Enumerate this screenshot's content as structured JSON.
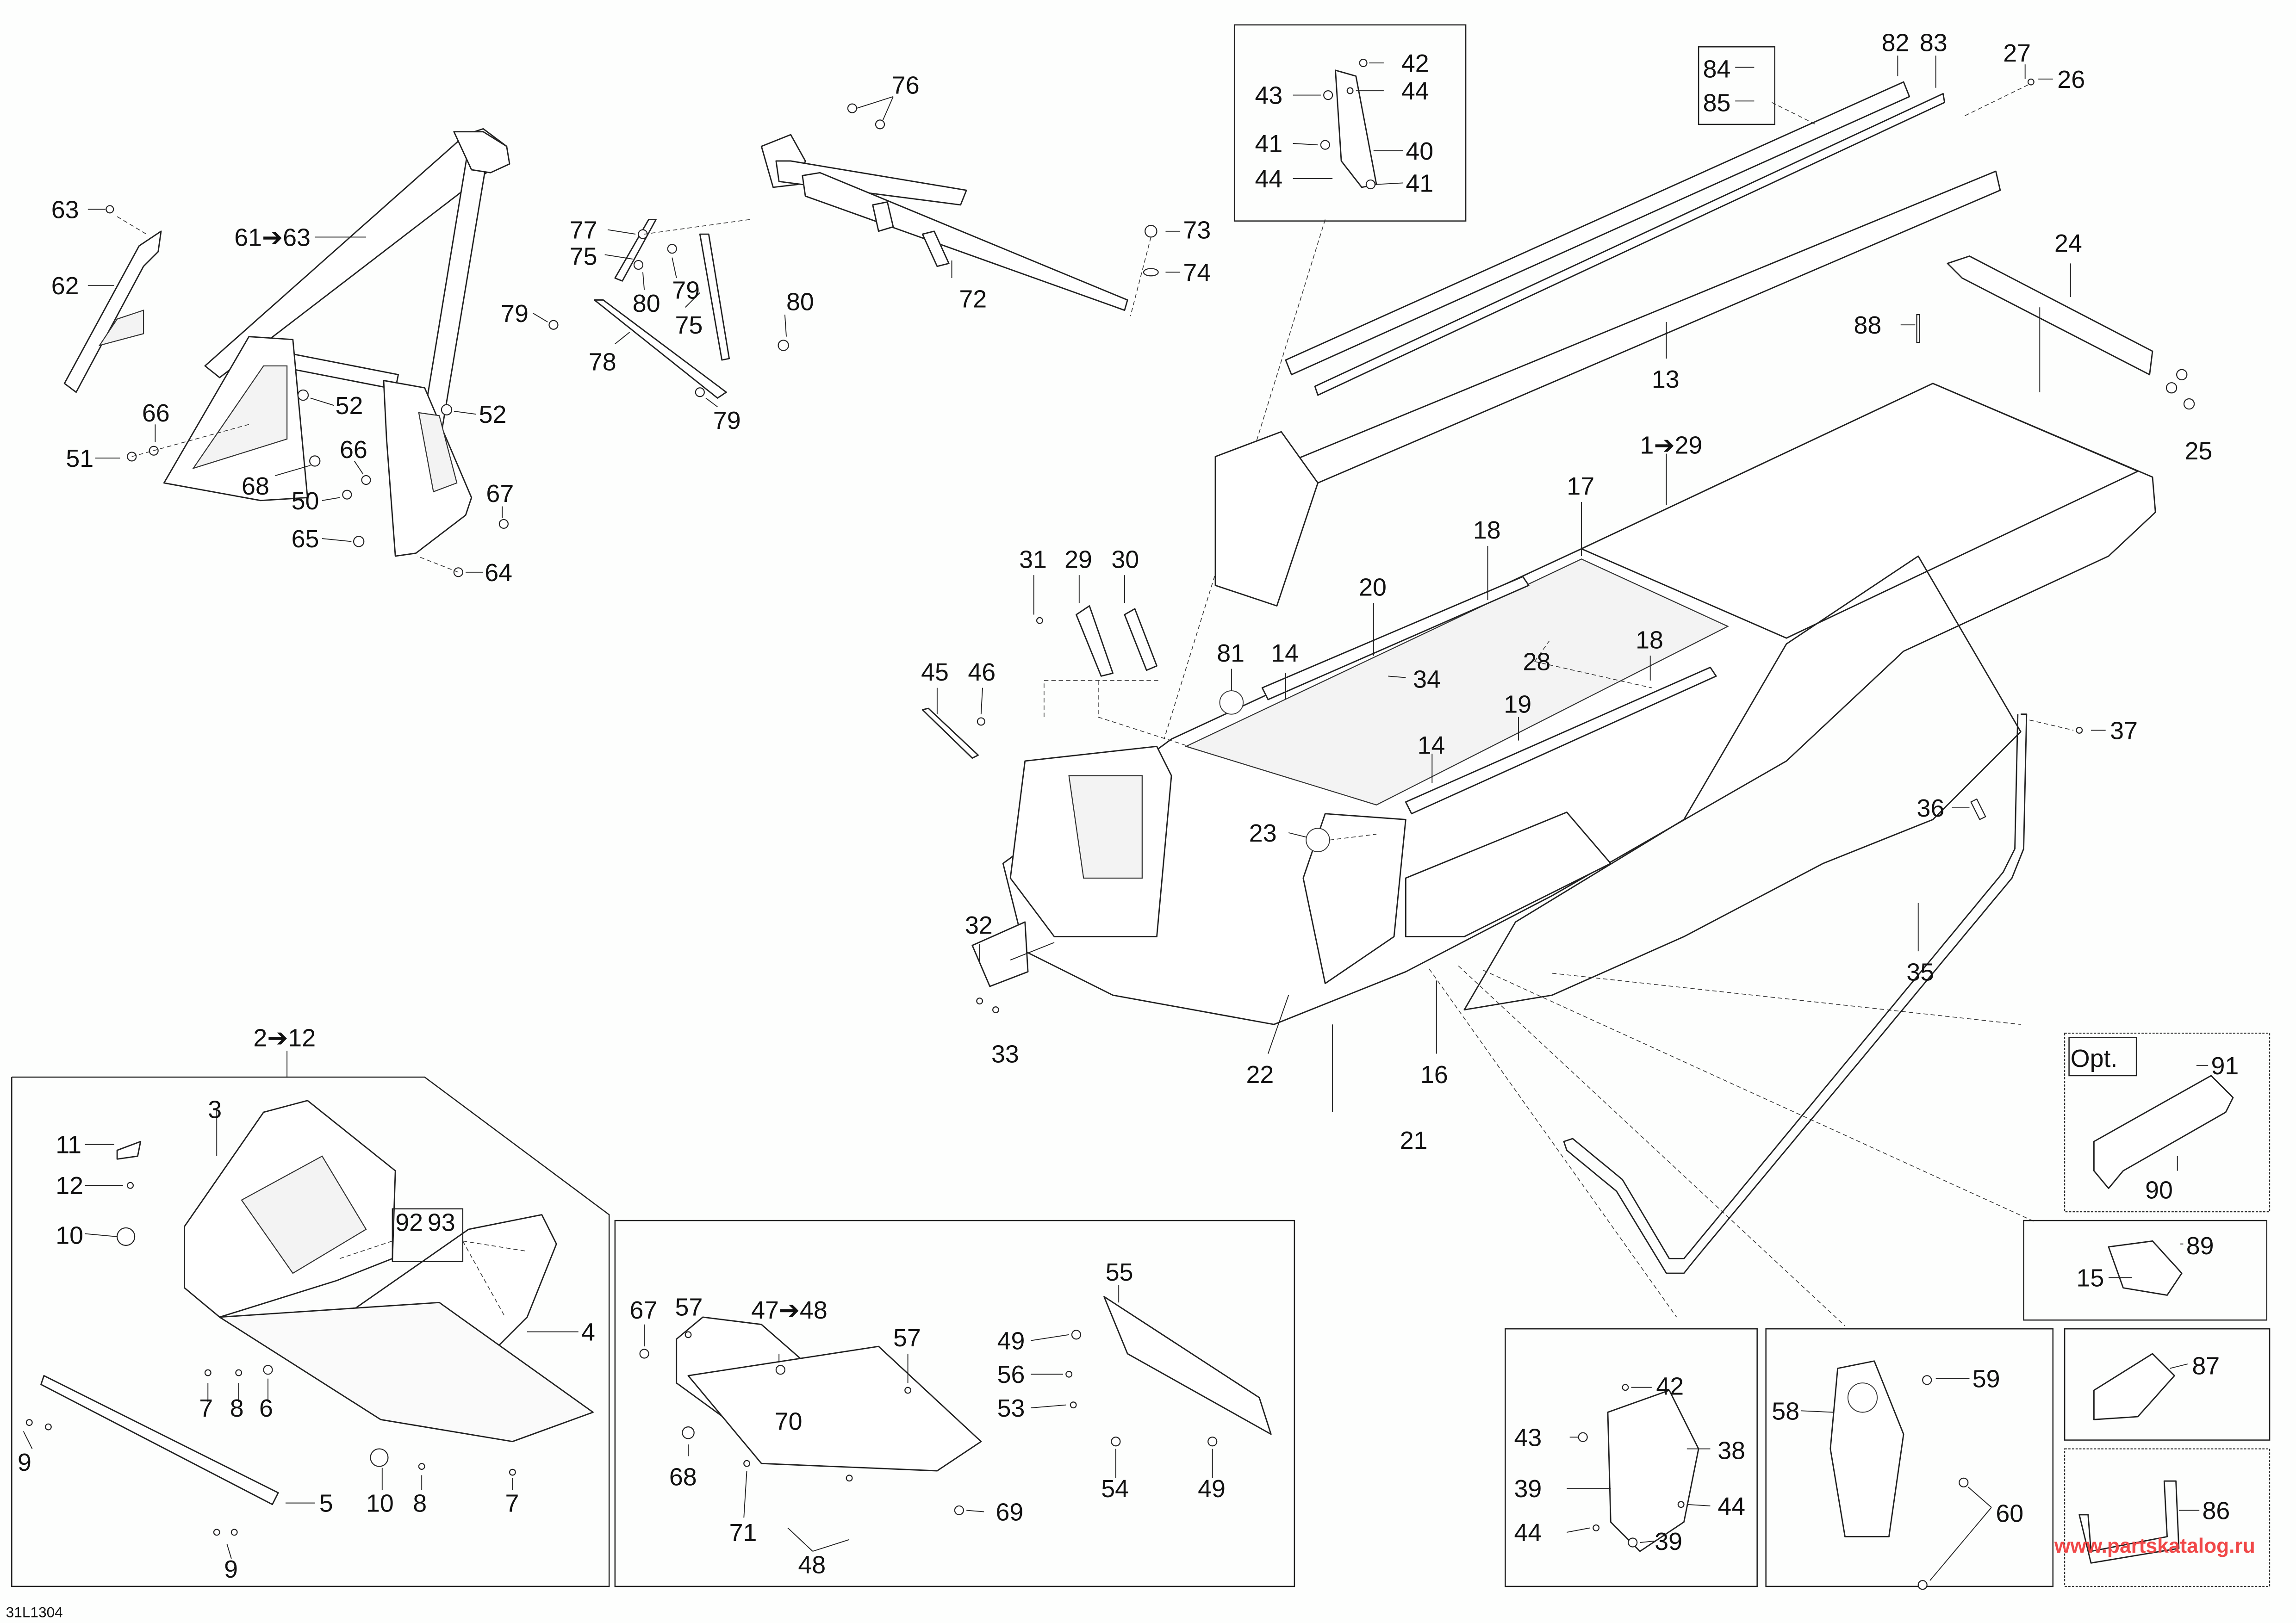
{
  "diagram": {
    "code": "31L1304",
    "watermark": "www.partskatalog.ru",
    "opt_label": "Opt.",
    "labels": {
      "l63a": "63",
      "l62": "62",
      "l61_63": "61➔63",
      "l66a": "66",
      "l51": "51",
      "l52a": "52",
      "l52b": "52",
      "l68a": "68",
      "l66b": "66",
      "l50": "50",
      "l67a": "67",
      "l65": "65",
      "l64": "64",
      "l76": "76",
      "l77": "77",
      "l75a": "75",
      "l79a": "79",
      "l80a": "80",
      "l79b": "79",
      "l75b": "75",
      "l80b": "80",
      "l78": "78",
      "l79c": "79",
      "l72": "72",
      "l73": "73",
      "l74": "74",
      "l42a": "42",
      "l43a": "43",
      "l44a": "44",
      "l41a": "41",
      "l40": "40",
      "l44b": "44",
      "l41b": "41",
      "l82": "82",
      "l83": "83",
      "l84": "84",
      "l85": "85",
      "l27": "27",
      "l26": "26",
      "l24": "24",
      "l88": "88",
      "l13": "13",
      "l25": "25",
      "l1_29": "1➔29",
      "l17": "17",
      "l18a": "18",
      "l18b": "18",
      "l20": "20",
      "l28": "28",
      "l81": "81",
      "l14a": "14",
      "l14b": "14",
      "l34": "34",
      "l19": "19",
      "l31": "31",
      "l29": "29",
      "l30": "30",
      "l45": "45",
      "l46": "46",
      "l23": "23",
      "l32": "32",
      "l33": "33",
      "l22": "22",
      "l16": "16",
      "l21": "21",
      "l37": "37",
      "l36": "36",
      "l35": "35",
      "l2_12": "2➔12",
      "l3": "3",
      "l11": "11",
      "l12": "12",
      "l10a": "10",
      "l92": "92",
      "l93": "93",
      "l4": "4",
      "l7a": "7",
      "l8a": "8",
      "l6": "6",
      "l9a": "9",
      "l9b": "9",
      "l5": "5",
      "l10b": "10",
      "l8b": "8",
      "l7b": "7",
      "l67b": "67",
      "l57a": "57",
      "l47_48": "47➔48",
      "l57b": "57",
      "l70": "70",
      "l68b": "68",
      "l71": "71",
      "l48": "48",
      "l69": "69",
      "l55": "55",
      "l49a": "49",
      "l56": "56",
      "l53": "53",
      "l54": "54",
      "l49b": "49",
      "l91": "91",
      "l90": "90",
      "l89": "89",
      "l15": "15",
      "l87": "87",
      "l86": "86",
      "l42b": "42",
      "l43b": "43",
      "l38": "38",
      "l39a": "39",
      "l44c": "44",
      "l44d": "44",
      "l39b": "39",
      "l58": "58",
      "l59": "59",
      "l60": "60"
    }
  }
}
